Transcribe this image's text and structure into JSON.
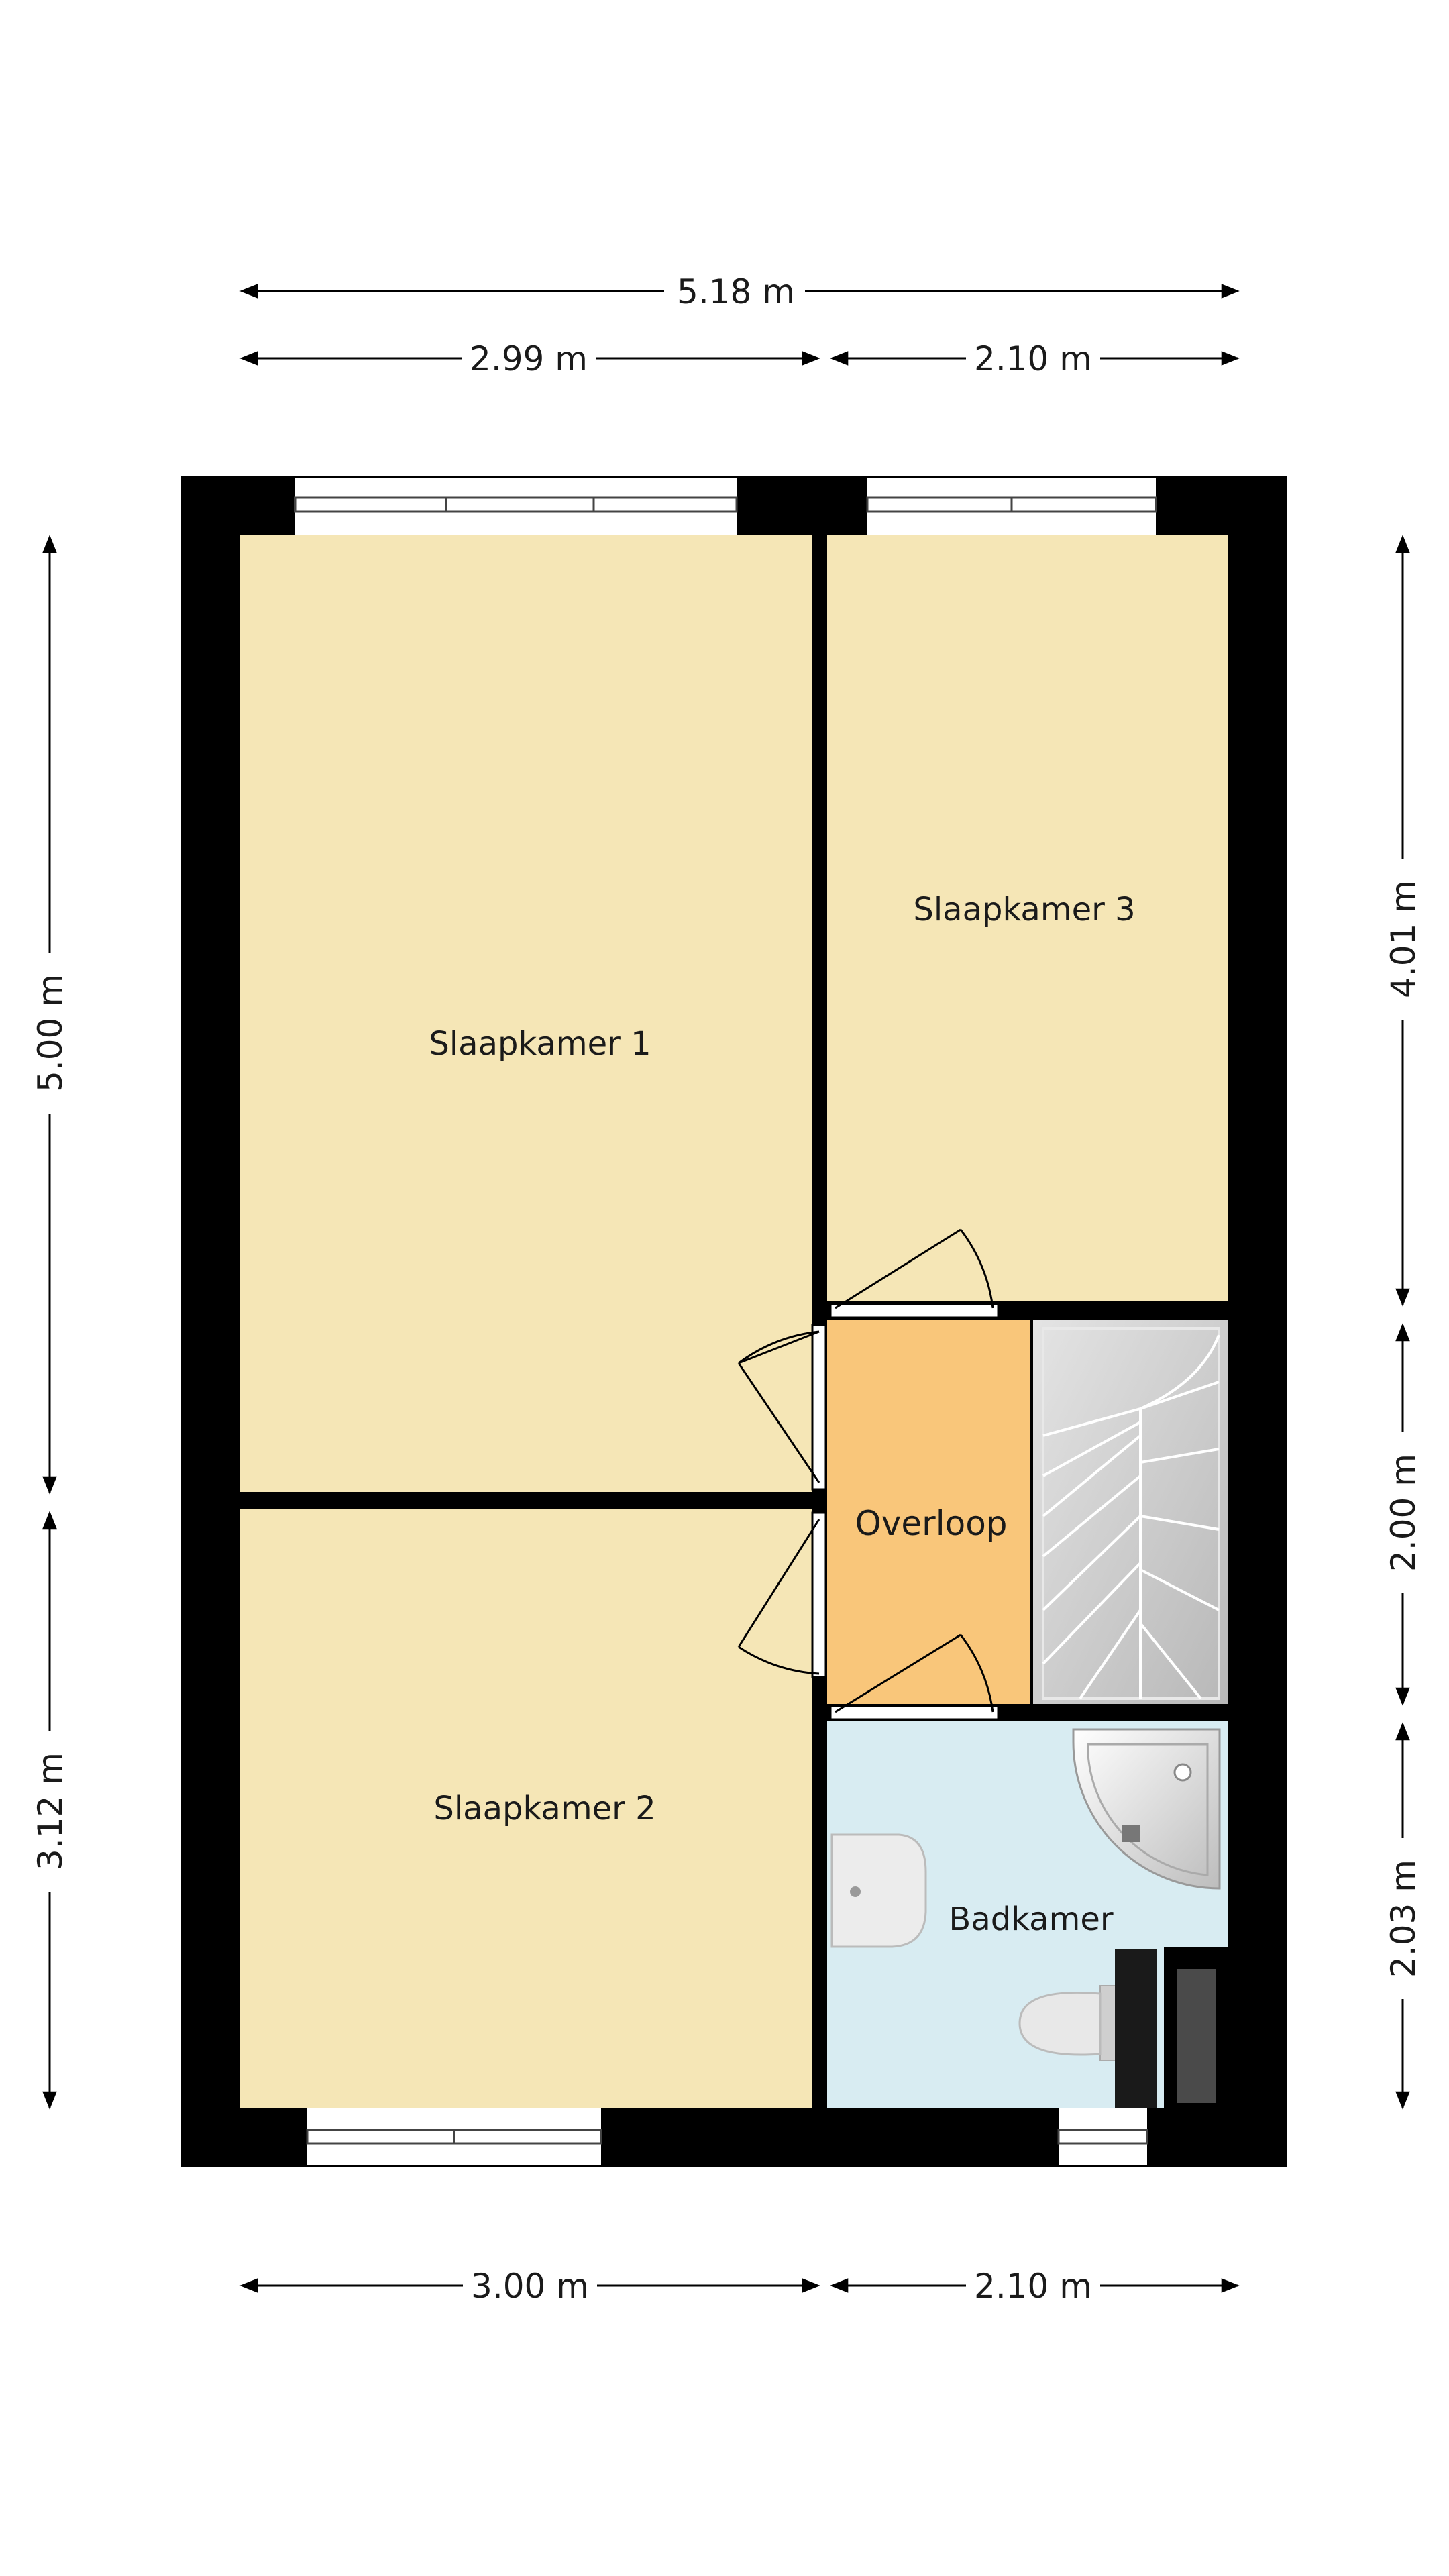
{
  "rooms": {
    "slaapkamer1": "Slaapkamer 1",
    "slaapkamer2": "Slaapkamer 2",
    "slaapkamer3": "Slaapkamer 3",
    "overloop": "Overloop",
    "badkamer": "Badkamer"
  },
  "dimensions": {
    "top_total": "5.18 m",
    "top_left": "2.99 m",
    "top_right": "2.10 m",
    "bottom_left": "3.00 m",
    "bottom_right": "2.10 m",
    "left_upper": "5.00 m",
    "left_lower": "3.12 m",
    "right_upper": "4.01 m",
    "right_middle": "2.00 m",
    "right_lower": "2.03 m"
  },
  "colors": {
    "wall": "#000000",
    "bedroom": "#f5e6b6",
    "landing": "#f9c67a",
    "bathroom": "#d8ecf2",
    "stairs": "#cfcfcf"
  }
}
